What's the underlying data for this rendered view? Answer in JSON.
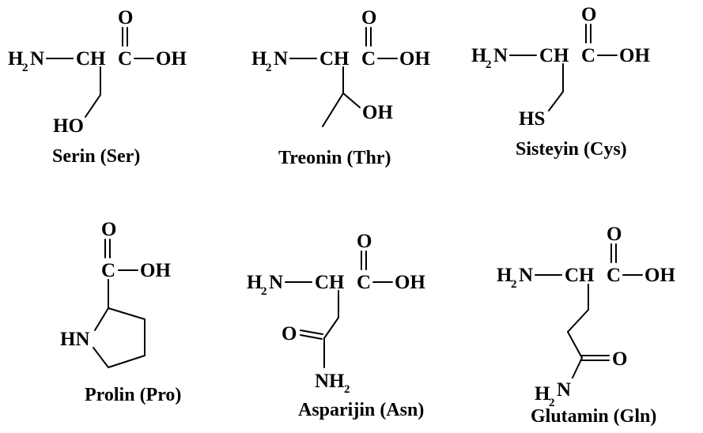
{
  "figure": {
    "molecules": [
      {
        "id": "serine",
        "caption": "Serin (Ser)",
        "atoms": {
          "amine": "H",
          "amine_sub": "2",
          "amine_n": "N",
          "alpha": "CH",
          "carbonyl_c": "C",
          "carbonyl_o": "O",
          "acid": "OH",
          "side": "HO"
        }
      },
      {
        "id": "threonine",
        "caption": "Treonin (Thr)",
        "atoms": {
          "amine": "H",
          "amine_sub": "2",
          "amine_n": "N",
          "alpha": "CH",
          "carbonyl_c": "C",
          "carbonyl_o": "O",
          "acid": "OH",
          "side": "OH"
        }
      },
      {
        "id": "cysteine",
        "caption": "Sisteyin (Cys)",
        "atoms": {
          "amine": "H",
          "amine_sub": "2",
          "amine_n": "N",
          "alpha": "CH",
          "carbonyl_c": "C",
          "carbonyl_o": "O",
          "acid": "OH",
          "side": "HS"
        }
      },
      {
        "id": "proline",
        "caption": "Prolin (Pro)",
        "atoms": {
          "carbonyl_o": "O",
          "carbonyl_c": "C",
          "acid": "OH",
          "ring_n": "HN"
        }
      },
      {
        "id": "asparagine",
        "caption": "Asparijin (Asn)",
        "atoms": {
          "amine": "H",
          "amine_sub": "2",
          "amine_n": "N",
          "alpha": "CH",
          "carbonyl_c": "C",
          "carbonyl_o": "O",
          "acid": "OH",
          "amide_o": "O",
          "amide_n": "NH",
          "amide_sub": "2"
        }
      },
      {
        "id": "glutamine",
        "caption": "Glutamin (Gln)",
        "atoms": {
          "amine": "H",
          "amine_sub": "2",
          "amine_n": "N",
          "alpha": "CH",
          "carbonyl_c": "C",
          "carbonyl_o": "O",
          "acid": "OH",
          "amide_o": "O",
          "amide_h": "H",
          "amide_sub": "2",
          "amide_n": "N"
        }
      }
    ]
  }
}
